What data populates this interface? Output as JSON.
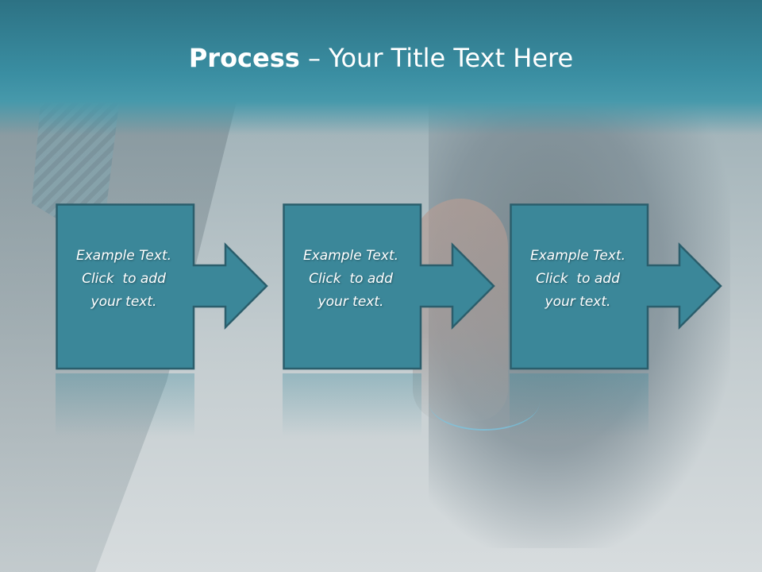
{
  "slide": {
    "title_bold": "Process",
    "title_rest": " – Your Title Text Here",
    "colors": {
      "header": "#3a8ea2",
      "box_fill": "#3b8799",
      "box_border": "#2b5e6c"
    }
  },
  "steps": [
    {
      "line1": "Example Text.",
      "line2": "Click  to add",
      "line3": "your text."
    },
    {
      "line1": "Example Text.",
      "line2": "Click  to add",
      "line3": "your text."
    },
    {
      "line1": "Example Text.",
      "line2": "Click  to add",
      "line3": "your text."
    }
  ]
}
